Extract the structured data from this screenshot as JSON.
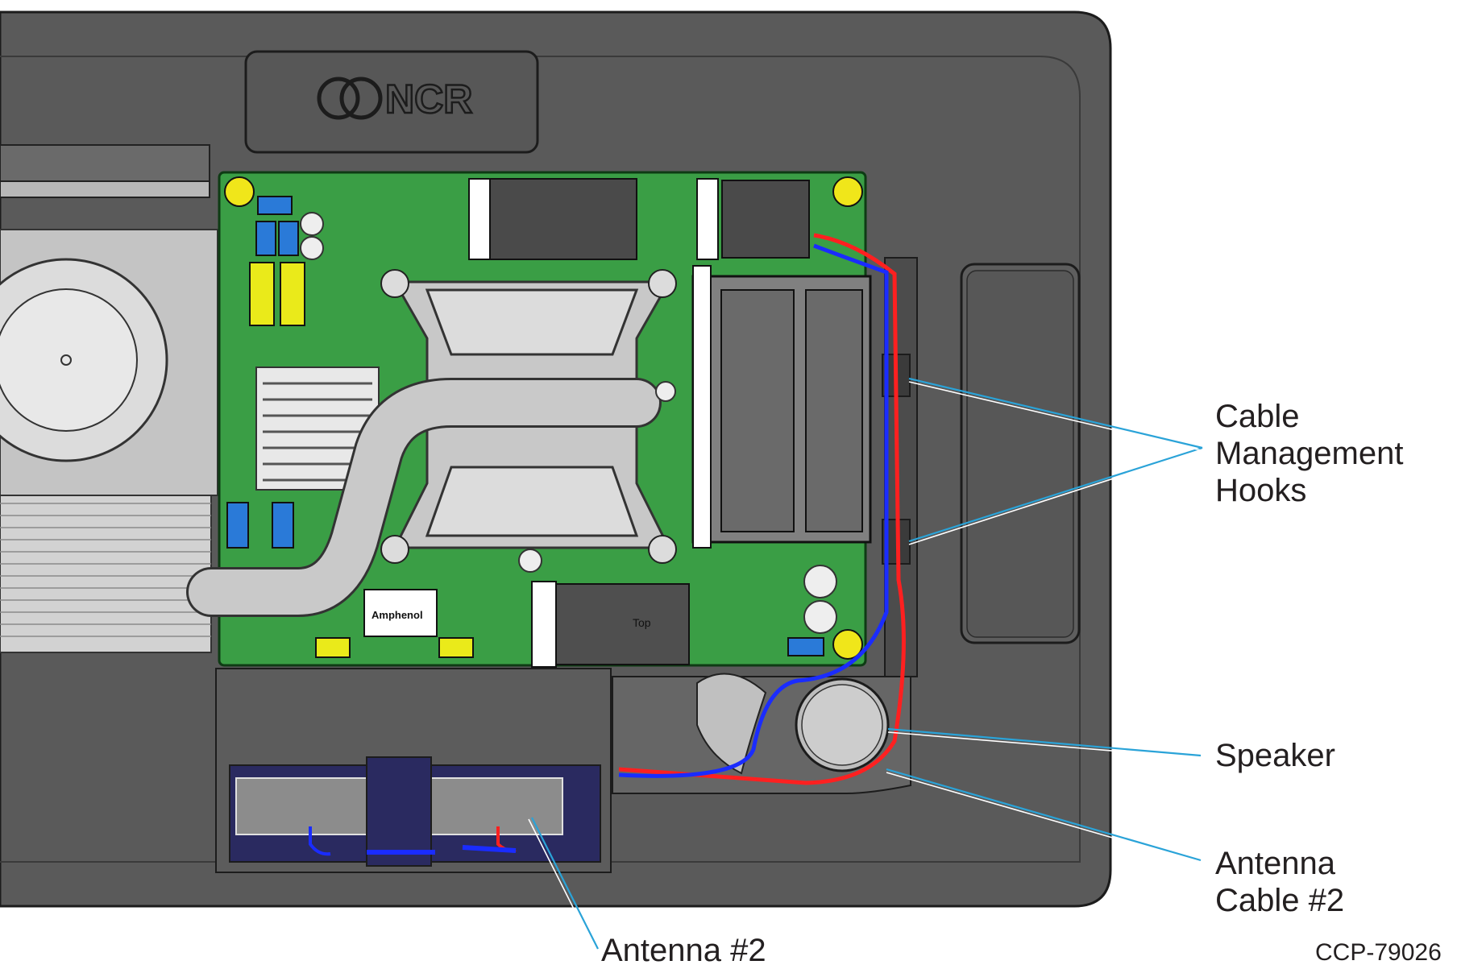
{
  "brand": {
    "logo_text": "NCR"
  },
  "labels": {
    "cable_hooks": "Cable\nManagement\nHooks",
    "speaker": "Speaker",
    "antenna_cable": "Antenna\nCable #2",
    "antenna": "Antenna #2",
    "figure_code": "CCP-79026"
  },
  "board_marks": {
    "connector_brand": "Amphenol",
    "chip_mark": "Top"
  },
  "colors": {
    "housing": "#5a5a5a",
    "board": "#3a9e45",
    "cable_red": "#ff2020",
    "cable_blue": "#1a2cff",
    "leader": "#2aa3d8"
  }
}
